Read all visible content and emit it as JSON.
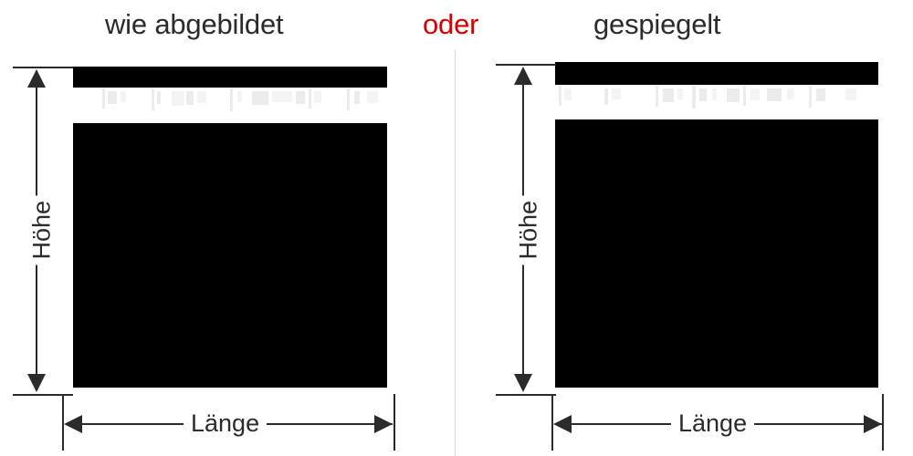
{
  "headings": {
    "left": "wie abgebildet",
    "middle": "oder",
    "right": "gespiegelt",
    "middle_color": "#d40000",
    "text_color": "#2b2b2b"
  },
  "dimension_labels": {
    "height": "Höhe",
    "length": "Länge"
  },
  "panels": [
    {
      "id": "left",
      "heading": "wie abgebildet",
      "height_label": "Höhe",
      "length_label": "Länge"
    },
    {
      "id": "right",
      "heading": "gespiegelt",
      "height_label": "Höhe",
      "length_label": "Länge"
    }
  ],
  "colors": {
    "background": "#ffffff",
    "image_block": "#000000",
    "line": "#2b2b2b",
    "divider": "#d8d8d8",
    "faint_mark": "#eceaea",
    "accent_red": "#d40000"
  }
}
